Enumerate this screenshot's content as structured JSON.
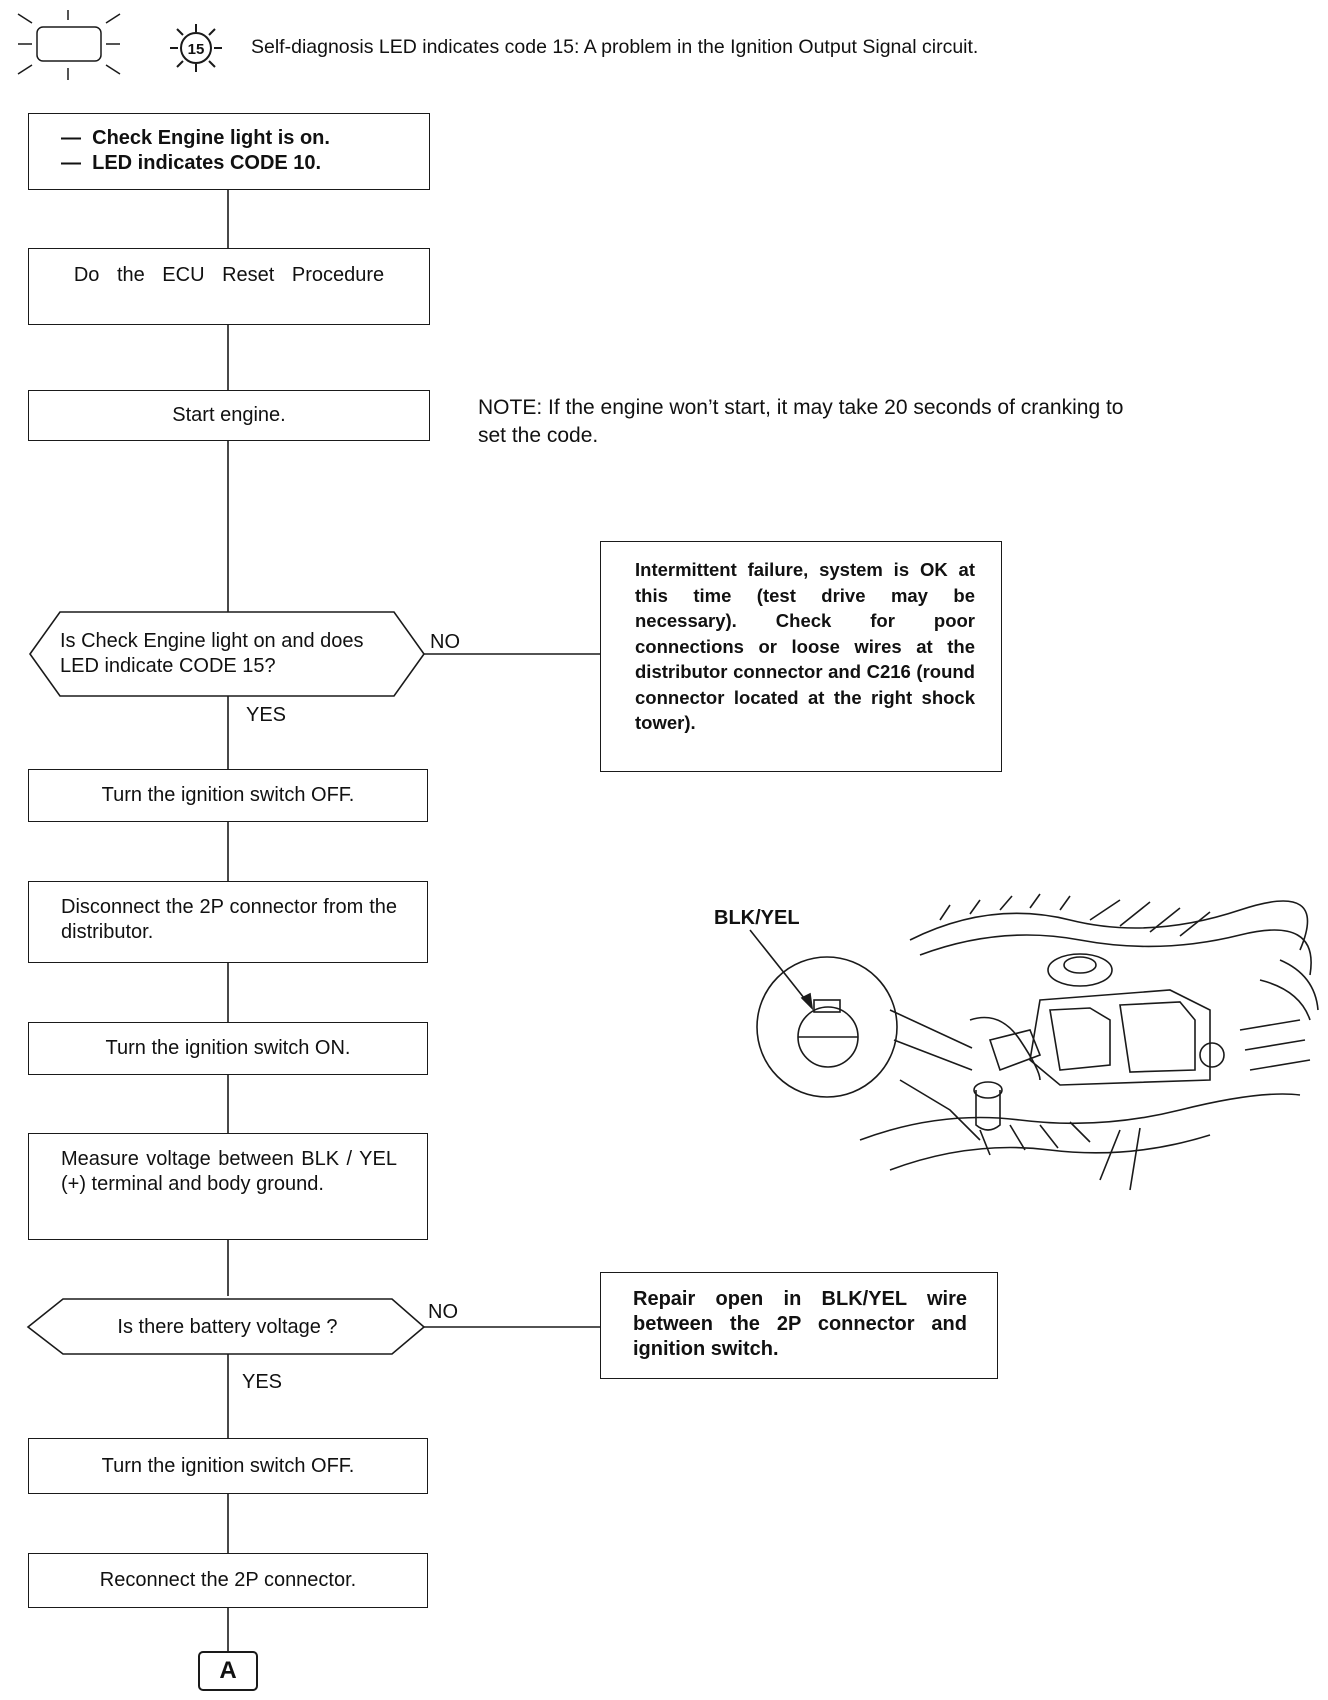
{
  "header": {
    "led_code_badge": "15",
    "title": "Self-diagnosis LED  indicates code 15: A problem in the Ignition Output Signal circuit."
  },
  "flow": {
    "start_lines": [
      "Check Engine light is on.",
      "LED indicates CODE 10."
    ],
    "step_reset": "Do the ECU Reset Procedure",
    "step_start_engine": "Start engine.",
    "note_start": "NOTE: If the engine won’t start, it may take 20 seconds of cranking to set the code.",
    "question_1": "Is Check Engine light on and does LED indicate CODE 15?",
    "question_1_no": "NO",
    "question_1_yes": "YES",
    "result_intermittent": "Intermittent failure, system is OK at this time (test drive may be necessary). Check for poor connections or loose wires at the distributor connector and C216 (round connector located at the right shock tower).",
    "step_ign_off_1": "Turn the ignition switch OFF.",
    "step_disconnect": "Disconnect the 2P connector from the distributor.",
    "step_ign_on": "Turn the ignition switch ON.",
    "step_measure": "Measure voltage between BLK / YEL (+) terminal and body ground.",
    "question_2": "Is there battery voltage ?",
    "question_2_no": "NO",
    "question_2_yes": "YES",
    "result_repair": "Repair open in BLK/YEL wire between the 2P connector and ignition switch.",
    "step_ign_off_2": "Turn the ignition switch OFF.",
    "step_reconnect": "Reconnect the 2P connector.",
    "continue_connector": "A"
  },
  "illustration": {
    "wire_label": "BLK/YEL"
  }
}
